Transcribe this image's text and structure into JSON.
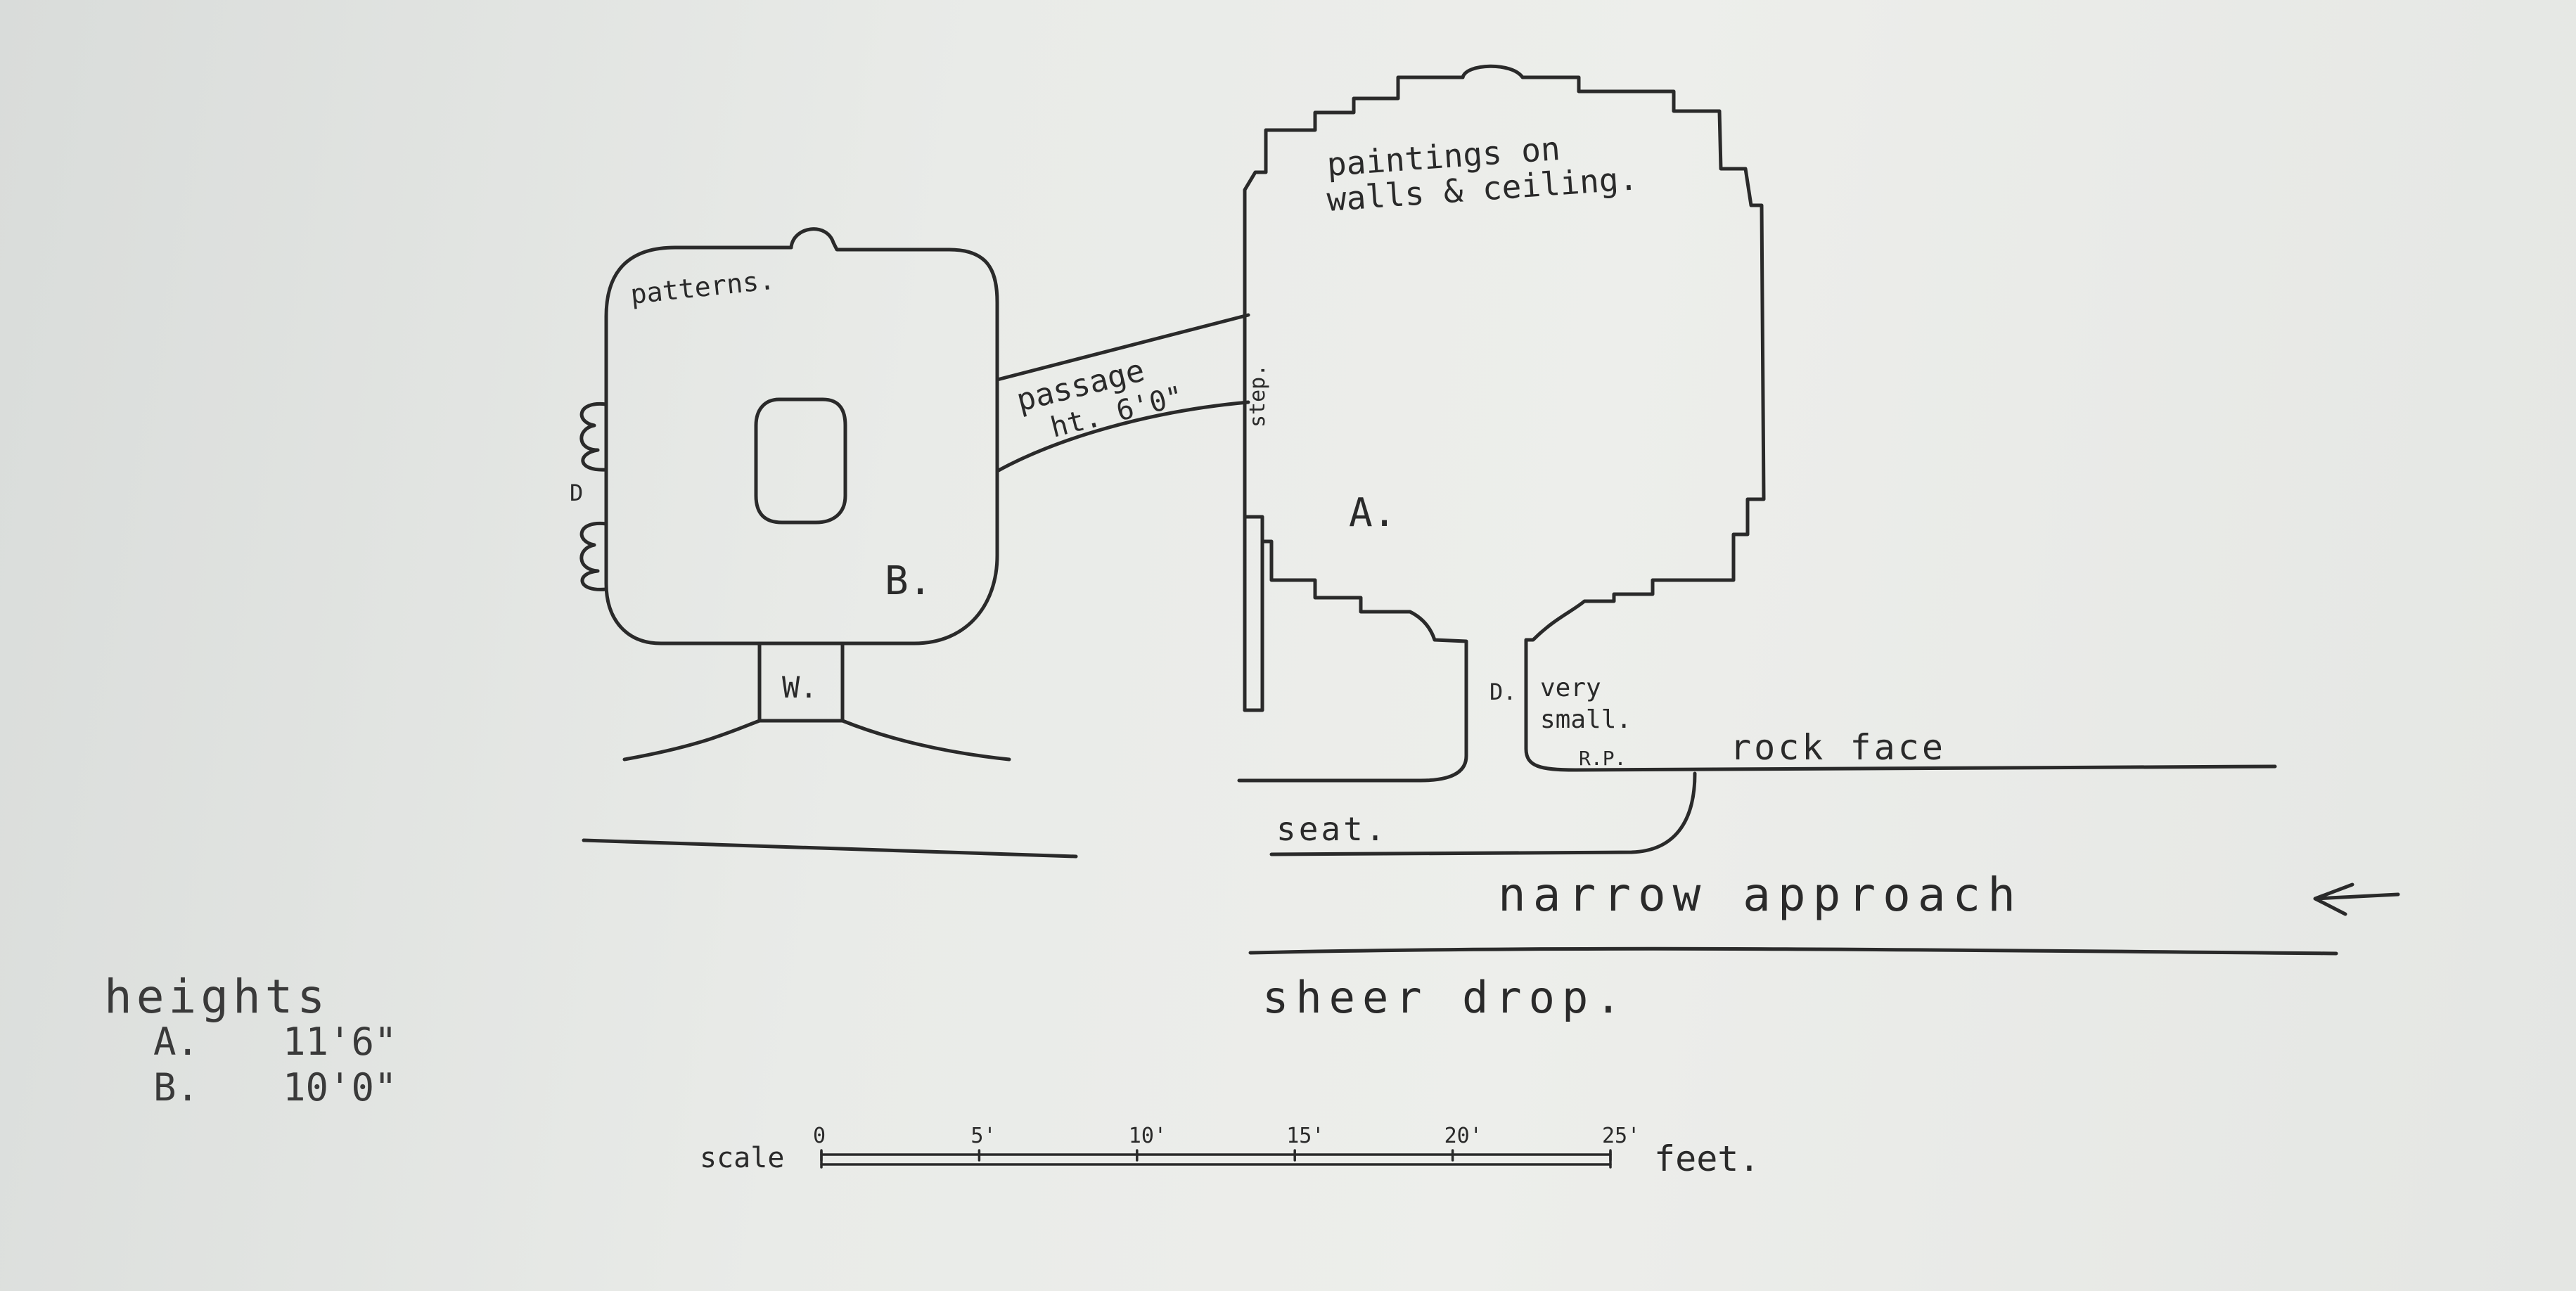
{
  "chambers": {
    "a": {
      "letter": "A.",
      "note_line1": "paintings on",
      "note_line2": "walls & ceiling."
    },
    "b": {
      "letter": "B.",
      "note": "patterns."
    }
  },
  "features": {
    "passage_line1": "passage",
    "passage_line2": "ht. 6'0\"",
    "step": "step.",
    "door_left": "D",
    "door_w": "W.",
    "door_a": "D.",
    "very_small_line1": "very",
    "very_small_line2": "small.",
    "rp": "R.P.",
    "rock_face": "rock face",
    "seat": "seat.",
    "narrow_approach": "narrow approach",
    "sheer_drop": "sheer drop."
  },
  "heights": {
    "title": "heights",
    "a_label": "A.",
    "a_value": "11'6\"",
    "b_label": "B.",
    "b_value": "10'0\""
  },
  "scale": {
    "label": "scale",
    "unit": "feet.",
    "ticks": [
      "0",
      "5'",
      "10'",
      "15'",
      "20'",
      "25'"
    ],
    "tick_values": [
      0,
      5,
      10,
      15,
      20,
      25
    ],
    "max": 25
  }
}
